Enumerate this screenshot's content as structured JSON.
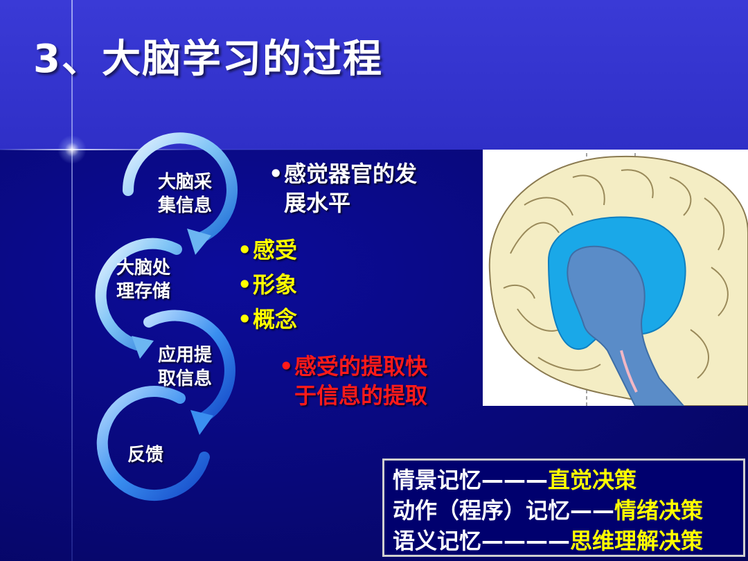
{
  "slide": {
    "title": "3、大脑学习的过程"
  },
  "cycle": {
    "steps": [
      {
        "line1": "大脑采",
        "line2": "集信息"
      },
      {
        "line1": "大脑处",
        "line2": "理存储"
      },
      {
        "line1": "应用提",
        "line2": "取信息"
      },
      {
        "line1": "反馈",
        "line2": ""
      }
    ]
  },
  "bullets_white": [
    {
      "line1": "感觉器官的发",
      "line2": "展水平"
    }
  ],
  "bullets_yellow": [
    "感受",
    "形象",
    "概念"
  ],
  "bullets_red": [
    {
      "line1": "感受的提取快",
      "line2": "于信息的提取"
    }
  ],
  "memory_box": {
    "rows": [
      {
        "prefix": "情景记忆———",
        "suffix": "直觉决策"
      },
      {
        "prefix": "动作（程序）记忆——",
        "suffix": "情绪决策"
      },
      {
        "prefix": "语义记忆————",
        "suffix": "思维理解决策"
      }
    ]
  },
  "colors": {
    "background": "#0a0a78",
    "header": "#3333cc",
    "bullet_white": "#ffffff",
    "bullet_yellow": "#ffff00",
    "bullet_red": "#ff1a1a",
    "brain_blue": "#1aa8e8",
    "brain_stem": "#5a8cc8"
  },
  "icons": {
    "brain_image": "brain-sagittal-icon",
    "cycle_arrows": "curved-arrow-icon"
  }
}
